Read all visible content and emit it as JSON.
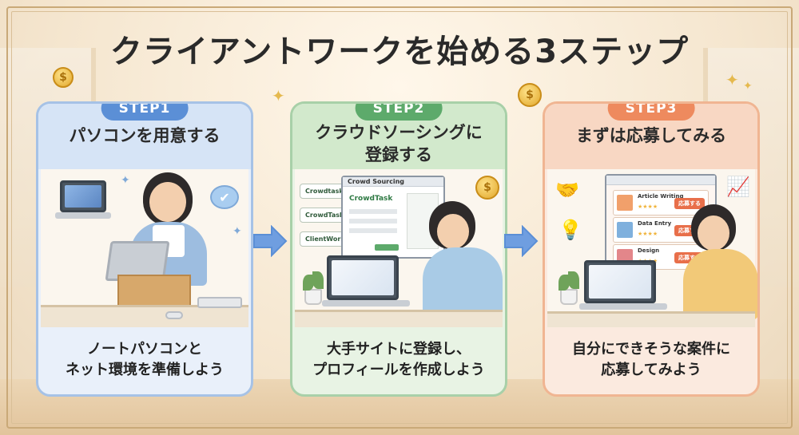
{
  "title": "クライアントワークを始める3ステップ",
  "steps": [
    {
      "badge": "STEP1",
      "heading": "パソコンを用意する",
      "desc_line1": "ノートパソコンと",
      "desc_line2": "ネット環境を準備しよう"
    },
    {
      "badge": "STEP2",
      "heading_line1": "クラウドソーシングに",
      "heading_line2": "登録する",
      "desc_line1": "大手サイトに登録し、",
      "desc_line2": "プロフィールを作成しよう",
      "screen": {
        "window_title": "Crowd Sourcing",
        "logo": "CrowdTask",
        "side_tags": [
          "Crowdtask",
          "CrowdTask",
          "ClientWorks"
        ]
      }
    },
    {
      "badge": "STEP3",
      "heading": "まずは応募してみる",
      "desc_line1": "自分にできそうな案件に",
      "desc_line2": "応募してみよう",
      "screen": {
        "jobs": [
          {
            "title": "Article Writing",
            "stars": "★★★★",
            "apply": "応募する"
          },
          {
            "title": "Data Entry",
            "stars": "★★★★",
            "apply": "応募する"
          },
          {
            "title": "Design",
            "stars": "★★★★",
            "apply": "応募する"
          }
        ]
      }
    }
  ],
  "colors": {
    "step1": "#5b8fd6",
    "step2": "#5daa6b",
    "step3": "#ee8a5e",
    "arrow": "#5b8fd6"
  },
  "icons": {
    "coin": "$",
    "check": "✔",
    "sparkle": "✦",
    "handshake": "🤝",
    "bulb": "💡",
    "growth": "📈"
  }
}
